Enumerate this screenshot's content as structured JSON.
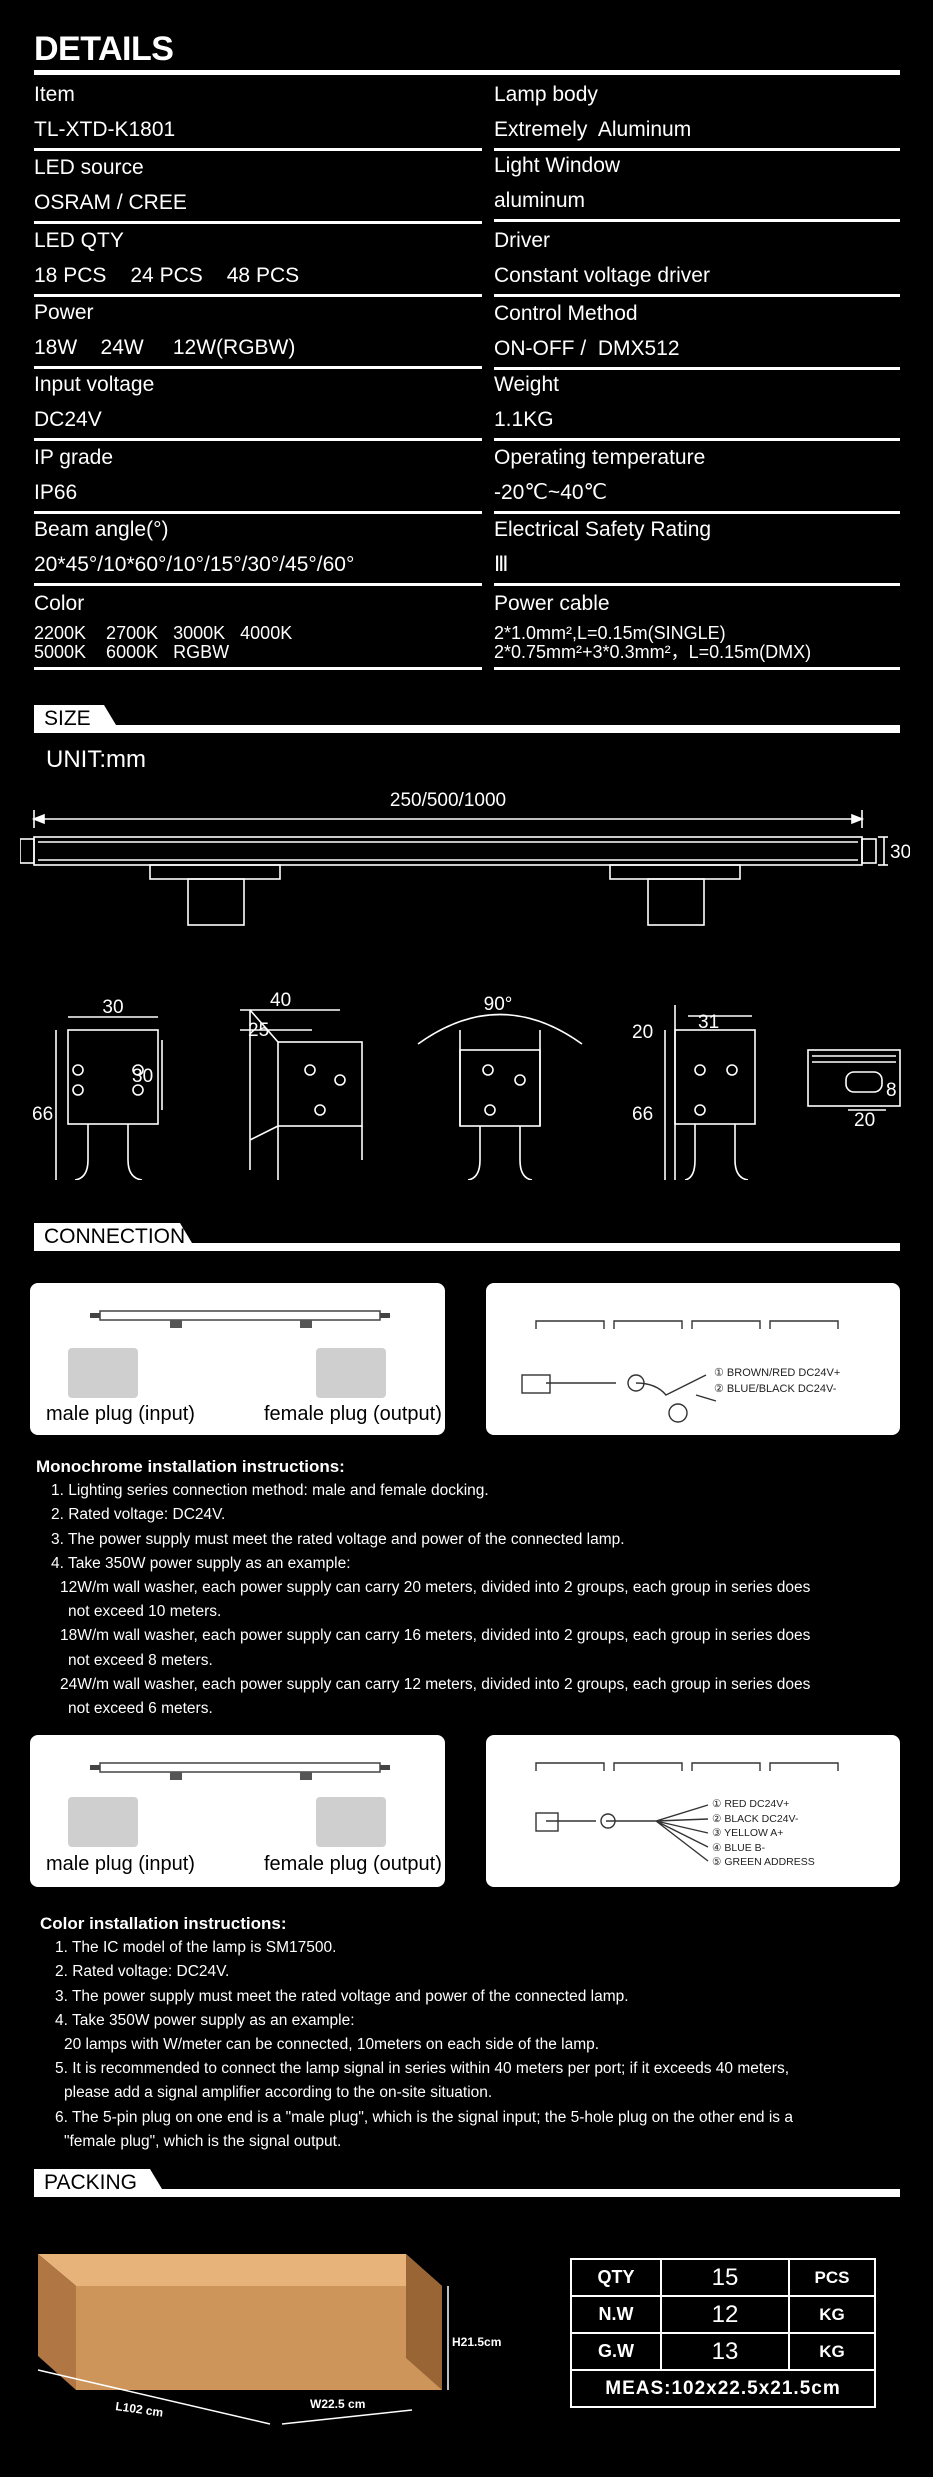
{
  "details": {
    "title": "DETAILS",
    "left": [
      {
        "label": "Item",
        "value": "TL-XTD-K1801"
      },
      {
        "label": "LED source",
        "value": "OSRAM / CREE"
      },
      {
        "label": "LED QTY",
        "values": [
          "18 PCS",
          "24 PCS",
          "48 PCS"
        ]
      },
      {
        "label": "Power",
        "value": "18W    24W     12W(RGBW)"
      },
      {
        "label": "Input voltage",
        "value": "DC24V"
      },
      {
        "label": "IP grade",
        "value": "IP66"
      },
      {
        "label": "Beam angle(°)",
        "value": "20*45°/10*60°/10°/15°/30°/45°/60°"
      },
      {
        "label": "Color",
        "line1": "2200K    2700K   3000K   4000K",
        "line2": "5000K    6000K   RGBW"
      }
    ],
    "right": [
      {
        "label": "Lamp body",
        "value": "Extremely  Aluminum"
      },
      {
        "label": "Light Window",
        "value": "aluminum"
      },
      {
        "label": "Driver",
        "value": "Constant voltage driver"
      },
      {
        "label": "Control Method",
        "value": "ON-OFF /  DMX512"
      },
      {
        "label": "Weight",
        "value": "1.1KG"
      },
      {
        "label": "Operating temperature",
        "value": "-20℃~40℃"
      },
      {
        "label": "Electrical Safety Rating",
        "value": "Ⅲ"
      },
      {
        "label": "Power cable",
        "line1": "2*1.0mm²,L=0.15m(SINGLE)",
        "line2": "2*0.75mm²+3*0.3mm²，L=0.15m(DMX)"
      }
    ]
  },
  "size": {
    "title": "SIZE",
    "unit": "UNIT:mm",
    "length": "250/500/1000",
    "height": "30",
    "d1_width": "30",
    "d1_side": "30",
    "d1_height": "66",
    "d2_top": "40",
    "d2_sub": "25",
    "d3_angle": "90°",
    "d4_left": "20",
    "d4_top": "31",
    "d4_height": "66",
    "d5_width": "20",
    "d5_height": "8"
  },
  "connection": {
    "title": "CONNECTION",
    "male": "male plug (input)",
    "female": "female plug (output)",
    "mono_wires": [
      "① BROWN/RED  DC24V+",
      "② BLUE/BLACK  DC24V-"
    ],
    "color_wires": [
      "① RED  DC24V+",
      "② BLACK  DC24V-",
      "③ YELLOW  A+",
      "④ BLUE  B-",
      "⑤ GREEN ADDRESS"
    ],
    "mono_title": "Monochrome installation instructions:",
    "mono_lines": [
      {
        "t": "1. Lighting series connection method: male and female docking.",
        "c": "i1"
      },
      {
        "t": "2. Rated voltage: DC24V.",
        "c": "i1"
      },
      {
        "t": "3. The power supply must meet the rated voltage and power of the connected lamp.",
        "c": "i1"
      },
      {
        "t": "4. Take 350W power supply as an example:",
        "c": "i1"
      },
      {
        "t": "12W/m wall washer, each power supply can carry 20 meters, divided into 2 groups, each group in series does",
        "c": "i2"
      },
      {
        "t": "not exceed 10 meters.",
        "c": "i3"
      },
      {
        "t": "18W/m wall washer, each power supply can carry 16 meters, divided into 2 groups, each group in series does",
        "c": "i2"
      },
      {
        "t": "not exceed 8 meters.",
        "c": "i3"
      },
      {
        "t": "24W/m wall washer, each power supply can carry 12 meters, divided into 2 groups, each group in series does",
        "c": "i2"
      },
      {
        "t": "not exceed 6 meters.",
        "c": "i3"
      }
    ],
    "color_title": "Color installation instructions:",
    "color_lines": [
      {
        "t": "1. The IC model of the lamp is SM17500.",
        "c": "i1"
      },
      {
        "t": "2. Rated voltage: DC24V.",
        "c": "i1"
      },
      {
        "t": "3. The power supply must meet the rated voltage and power of the connected lamp.",
        "c": "i1"
      },
      {
        "t": "4. Take 350W power supply as an example:",
        "c": "i1"
      },
      {
        "t": "20 lamps with W/meter can be connected, 10meters on each side of the lamp.",
        "c": "i2"
      },
      {
        "t": "5. It is recommended to connect the lamp signal in series within 40 meters per port; if it exceeds 40 meters,",
        "c": "i1"
      },
      {
        "t": "please add a signal amplifier according to the on-site situation.",
        "c": "i2"
      },
      {
        "t": "6. The 5-pin plug on one end is a \"male plug\", which is the signal input; the 5-hole plug on the other end is a",
        "c": "i1"
      },
      {
        "t": "\"female plug\", which is the signal output.",
        "c": "i2"
      }
    ]
  },
  "packing": {
    "title": "PACKING",
    "box_length": "L102 cm",
    "box_width": "W22.5 cm",
    "box_height": "H21.5cm",
    "rows": [
      {
        "key": "QTY",
        "value": "15",
        "unit": "PCS"
      },
      {
        "key": "N.W",
        "value": "12",
        "unit": "KG"
      },
      {
        "key": "G.W",
        "value": "13",
        "unit": "KG"
      }
    ],
    "meas": "MEAS:102x22.5x21.5cm"
  }
}
